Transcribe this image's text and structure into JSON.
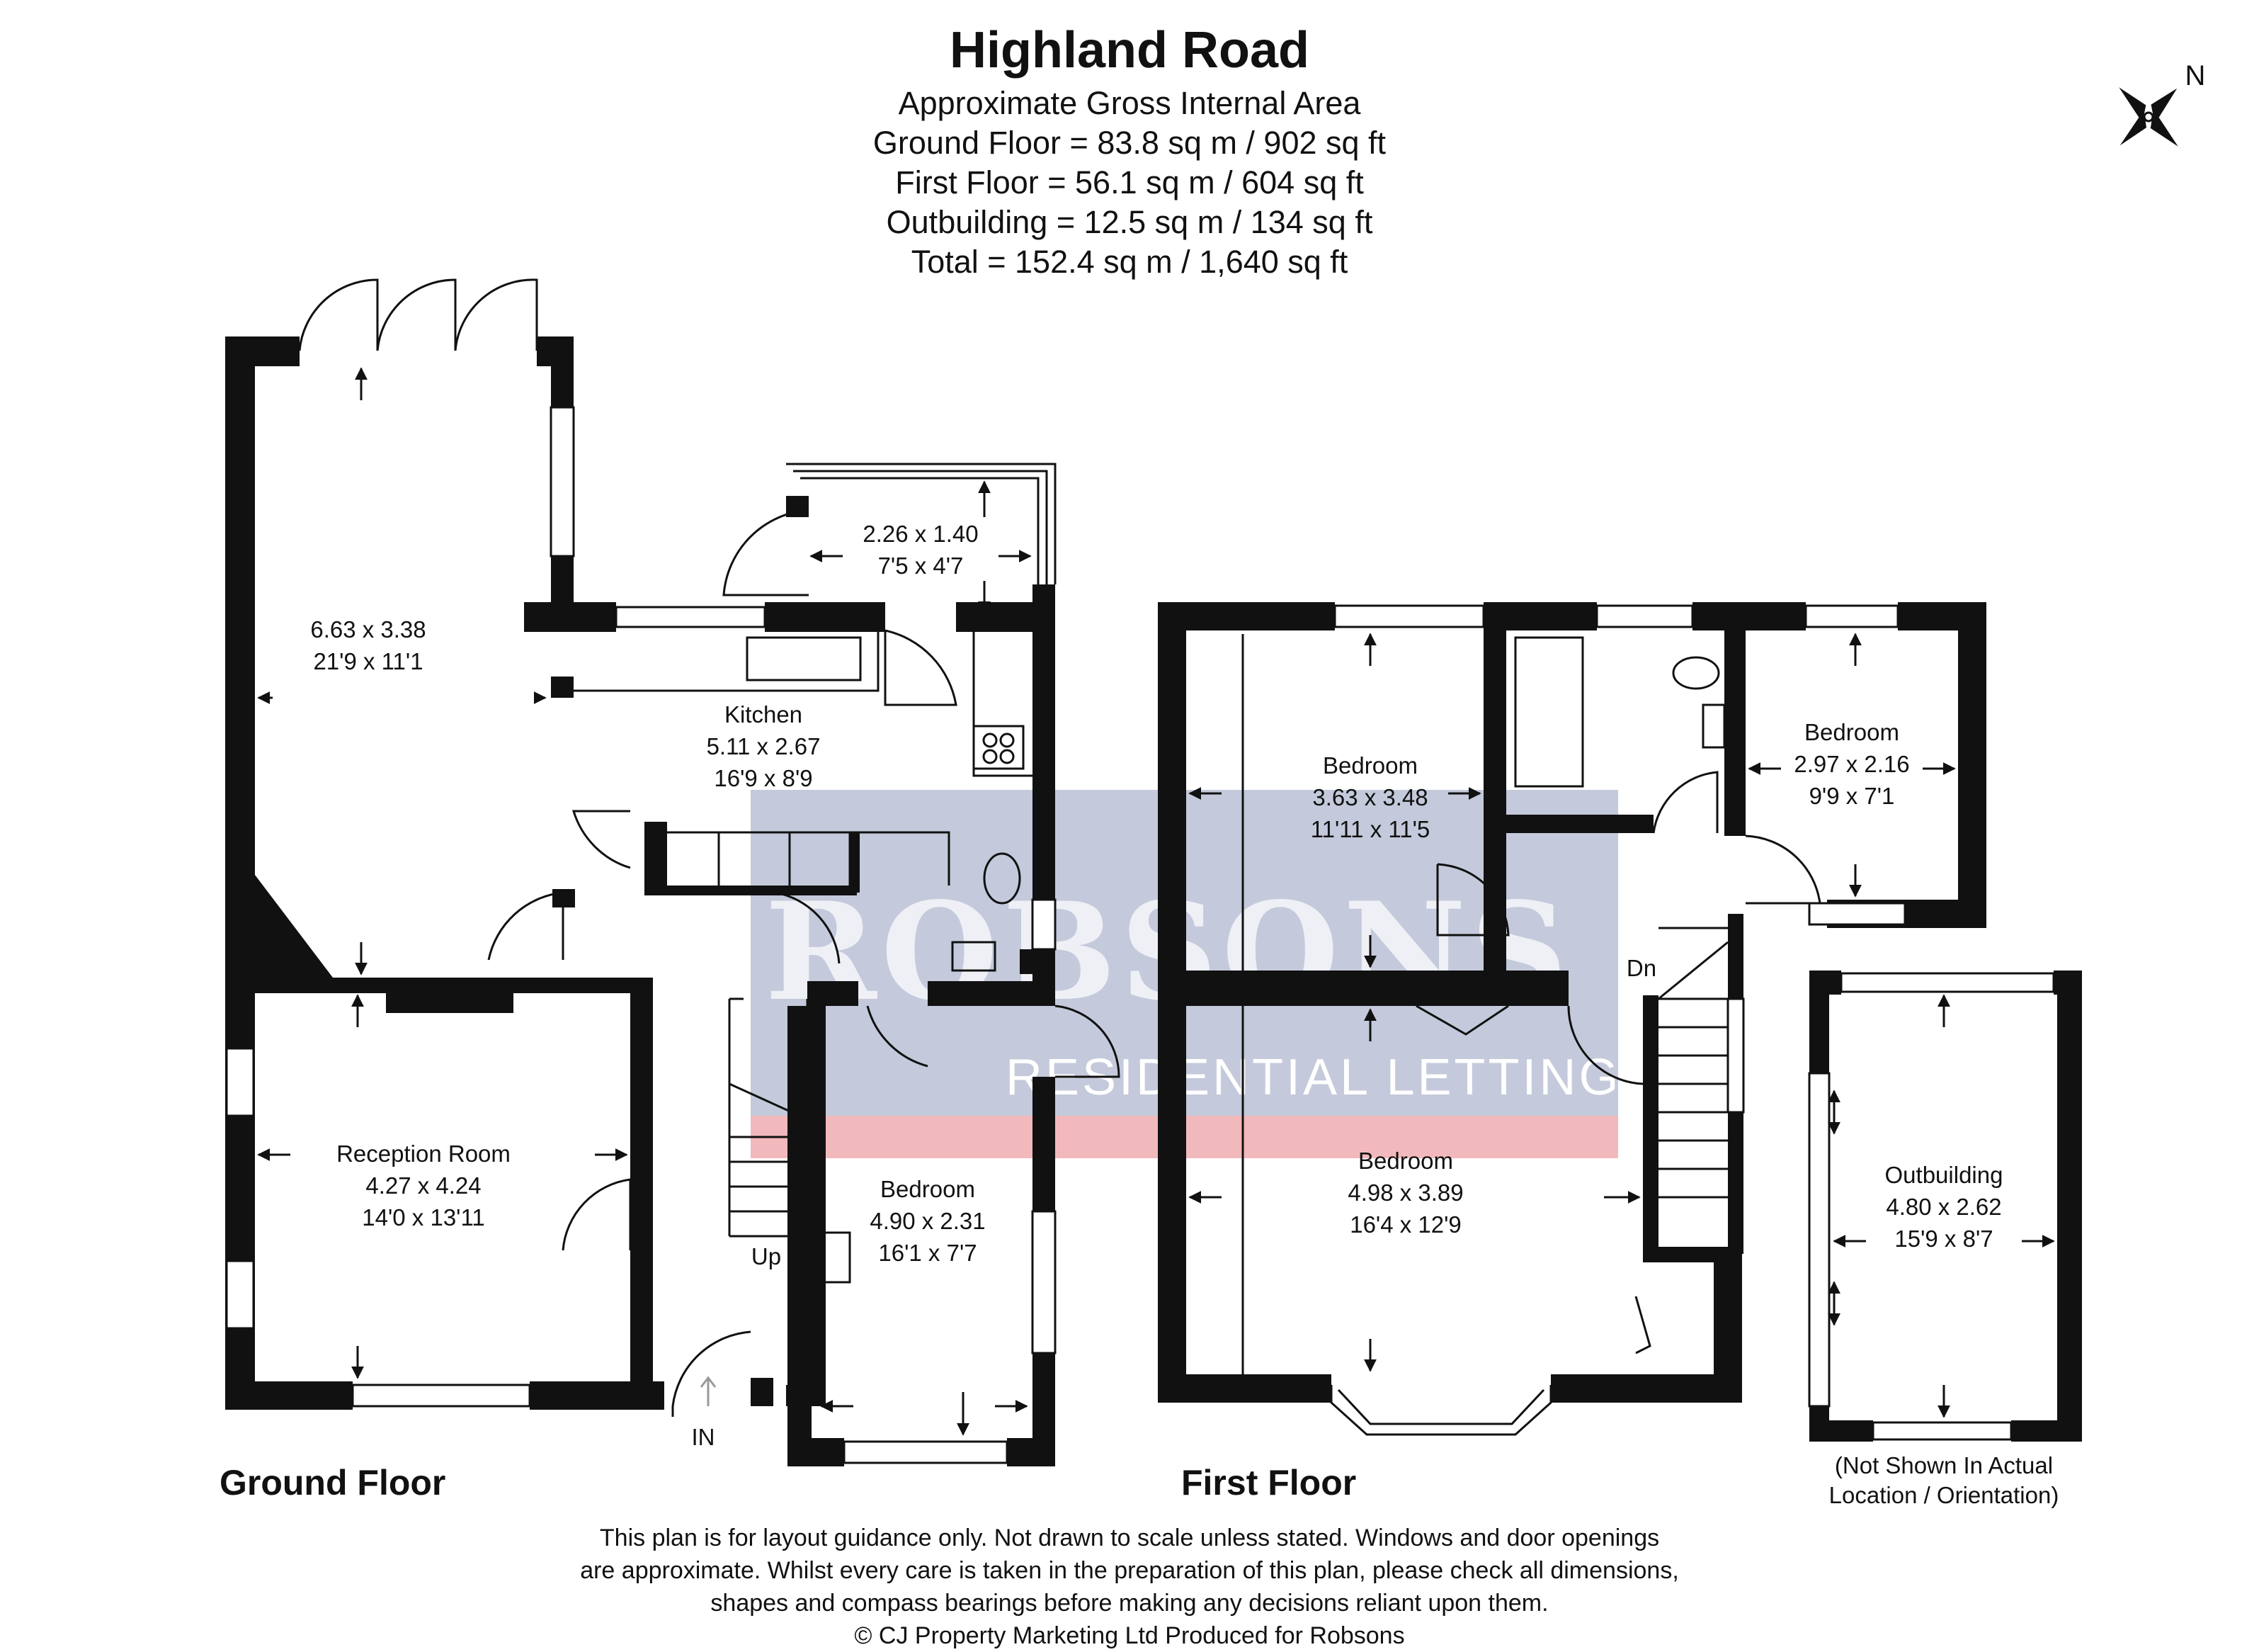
{
  "header": {
    "title": "Highland Road",
    "area_heading": "Approximate Gross Internal Area",
    "ground_floor_area": "Ground Floor = 83.8 sq m / 902 sq ft",
    "first_floor_area": "First Floor = 56.1 sq m / 604 sq ft",
    "outbuilding_area": "Outbuilding = 12.5 sq m / 134 sq ft",
    "total_area": "Total = 152.4 sq m / 1,640 sq ft"
  },
  "compass": {
    "label": "N",
    "icon": "compass-rose-icon"
  },
  "watermark": {
    "brand": "ROBSONS",
    "tagline": "RESIDENTIAL LETTINGS",
    "brand_color": "#c4cadb",
    "accent_color": "#f2b9bd"
  },
  "ground_floor": {
    "label": "Ground Floor",
    "rooms": [
      {
        "name": "",
        "metric": "6.63 x 3.38",
        "imperial": "21'9 x 11'1"
      },
      {
        "name": "",
        "metric": "2.26 x 1.40",
        "imperial": "7'5 x 4'7"
      },
      {
        "name": "Kitchen",
        "metric": "5.11 x 2.67",
        "imperial": "16'9 x 8'9"
      },
      {
        "name": "Reception Room",
        "metric": "4.27 x 4.24",
        "imperial": "14'0 x 13'11"
      },
      {
        "name": "Bedroom",
        "metric": "4.90 x 2.31",
        "imperial": "16'1 x 7'7"
      }
    ],
    "stairs_label": "Up",
    "entrance_label": "IN"
  },
  "first_floor": {
    "label": "First Floor",
    "rooms": [
      {
        "name": "Bedroom",
        "metric": "3.63 x 3.48",
        "imperial": "11'11 x 11'5"
      },
      {
        "name": "Bedroom",
        "metric": "2.97 x 2.16",
        "imperial": "9'9 x 7'1"
      },
      {
        "name": "Bedroom",
        "metric": "4.98 x 3.89",
        "imperial": "16'4 x 12'9"
      }
    ],
    "stairs_label": "Dn"
  },
  "outbuilding": {
    "name": "Outbuilding",
    "metric": "4.80 x 2.62",
    "imperial": "15'9 x 8'7",
    "note_line1": "(Not Shown In Actual",
    "note_line2": "Location / Orientation)"
  },
  "disclaimer": {
    "line1": "This plan is for layout guidance only. Not drawn to scale unless stated. Windows and door openings",
    "line2": "are approximate. Whilst every care is taken in the preparation of this plan, please check all dimensions,",
    "line3": "shapes and compass bearings before making any decisions reliant upon them.",
    "line4": "© CJ Property Marketing Ltd Produced for Robsons"
  }
}
